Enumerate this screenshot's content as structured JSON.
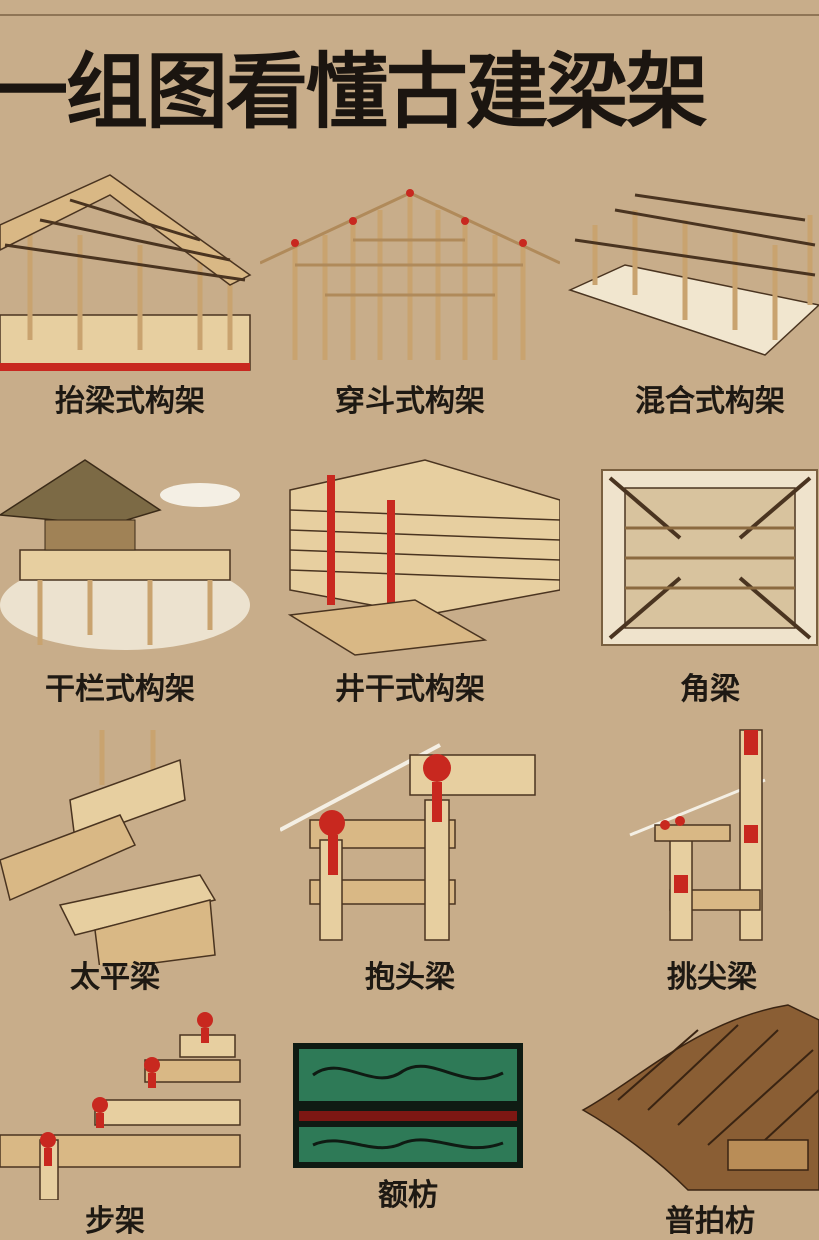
{
  "title": "一组图看懂古建梁架",
  "items": [
    {
      "label": "抬梁式构架"
    },
    {
      "label": "穿斗式构架"
    },
    {
      "label": "混合式构架"
    },
    {
      "label": "干栏式构架"
    },
    {
      "label": "井干式构架"
    },
    {
      "label": "角梁"
    },
    {
      "label": "太平梁"
    },
    {
      "label": "抱头梁"
    },
    {
      "label": "挑尖梁"
    },
    {
      "label": "步架"
    },
    {
      "label": "额枋"
    },
    {
      "label": "普拍枋"
    }
  ],
  "colors": {
    "background": "#c8ad8a",
    "title_text": "#1b1510",
    "wood": "#e7cfa0",
    "accent_red": "#c8281f",
    "ink": "#4a3420"
  }
}
